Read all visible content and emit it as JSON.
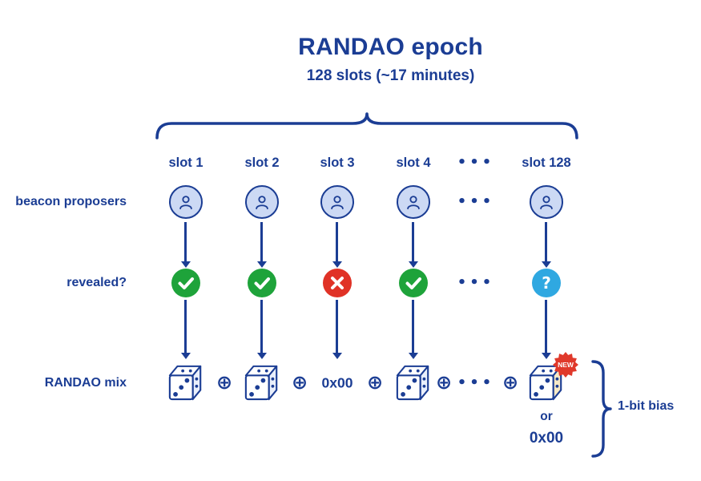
{
  "title": "RANDAO epoch",
  "subtitle": "128 slots (~17 minutes)",
  "row_labels": {
    "proposers": "beacon proposers",
    "revealed": "revealed?",
    "mix": "RANDAO mix"
  },
  "slots": [
    {
      "label": "slot 1",
      "revealed": "yes",
      "mix": "die"
    },
    {
      "label": "slot 2",
      "revealed": "yes",
      "mix": "die"
    },
    {
      "label": "slot 3",
      "revealed": "no",
      "mix": "0x00"
    },
    {
      "label": "slot 4",
      "revealed": "yes",
      "mix": "die"
    },
    {
      "label": "slot 128",
      "revealed": "unknown",
      "mix": "die or 0x00"
    }
  ],
  "ellipsis": "•••",
  "xor_symbol": "⊕",
  "question_mark": "?",
  "new_badge": "NEW",
  "or_label": "or",
  "alt_mix_value": "0x00",
  "bias_label": "1-bit bias",
  "colors": {
    "primary": "#1b3d94",
    "person-fill": "#ccd9f4",
    "green": "#1ea33a",
    "red": "#e03226",
    "lightblue": "#2fa8e1",
    "badge": "#e0392b",
    "die-side": "#e9effb"
  }
}
